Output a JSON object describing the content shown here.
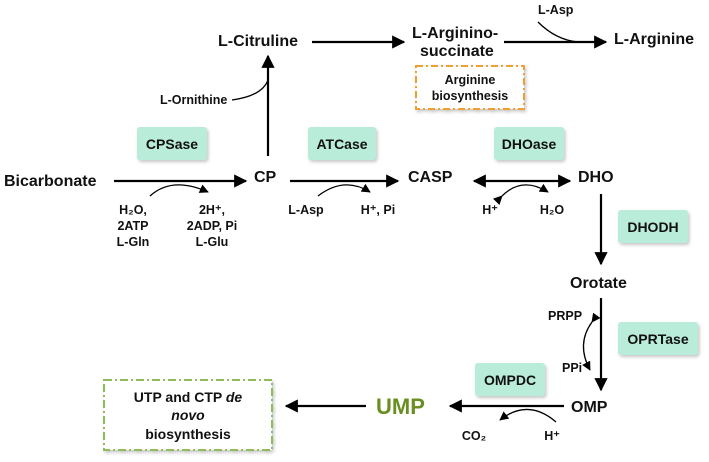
{
  "metabolites": {
    "bicarbonate": "Bicarbonate",
    "cp": "CP",
    "casp": "CASP",
    "dho": "DHO",
    "orotate": "Orotate",
    "omp": "OMP",
    "ump": "UMP",
    "l_citruline": "L-Citruline",
    "l_ornithine": "L-Ornithine",
    "l_argininosuccinate_1": "L-Arginino-",
    "l_argininosuccinate_2": "succinate",
    "l_arginine": "L-Arginine",
    "l_asp_top": "L-Asp"
  },
  "enzymes": {
    "cpsase": "CPSase",
    "atcase": "ATCase",
    "dhoase": "DHOase",
    "dhodh": "DHODH",
    "oprtase": "OPRTase",
    "ompdc": "OMPDC"
  },
  "cofactors": {
    "cps_in_1": "H₂O,",
    "cps_in_2": "2ATP",
    "cps_in_3": "L-Gln",
    "cps_out_1": "2H⁺,",
    "cps_out_2": "2ADP, Pi",
    "cps_out_3": "L-Glu",
    "atc_in": "L-Asp",
    "atc_out": "H⁺, Pi",
    "dho_in": "H⁺",
    "dho_out": "H₂O",
    "prpp": "PRPP",
    "ppi": "PPi",
    "co2": "CO₂",
    "omp_h": "H⁺"
  },
  "boxes": {
    "arginine_1": "Arginine",
    "arginine_2": "biosynthesis",
    "utp_1": "UTP and CTP",
    "utp_de": "de",
    "utp_2": "novo",
    "utp_3": "biosynthesis"
  },
  "colors": {
    "enzyme_fill": "#b9ecd9",
    "orange_dash": "#f0a030",
    "green_dash": "#8fbc5a",
    "ump_text": "#6b8e23"
  }
}
